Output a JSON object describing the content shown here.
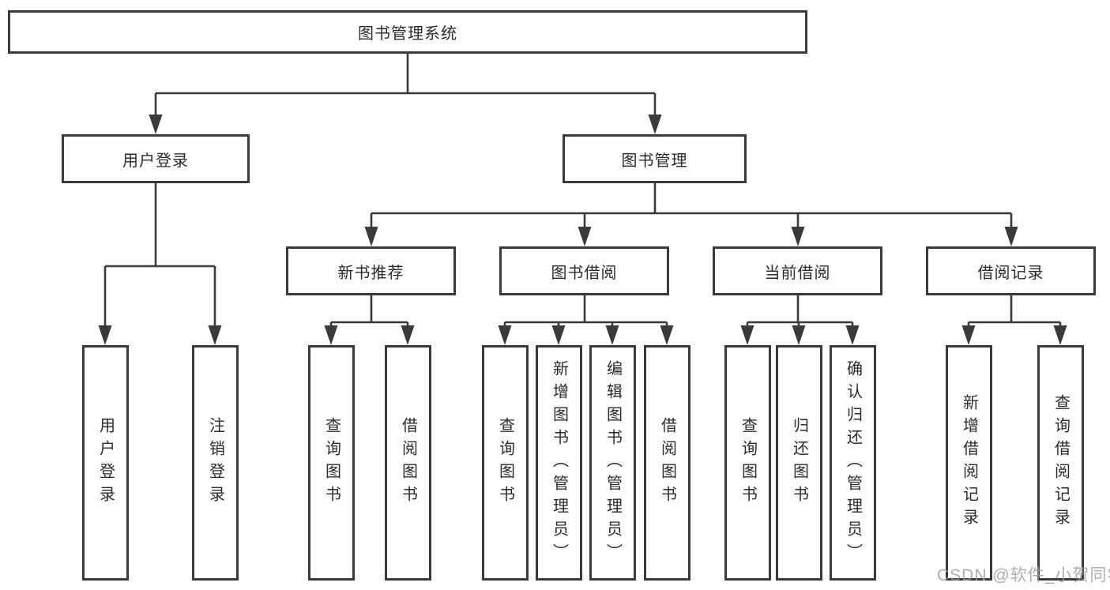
{
  "tree": {
    "root": {
      "label": "图书管理系统"
    },
    "branches": [
      {
        "label": "用户登录",
        "children": [
          {
            "label": "用户登录"
          },
          {
            "label": "注销登录"
          }
        ]
      },
      {
        "label": "图书管理",
        "sections": [
          {
            "label": "新书推荐",
            "children": [
              {
                "label": "查询图书"
              },
              {
                "label": "借阅图书"
              }
            ]
          },
          {
            "label": "图书借阅",
            "children": [
              {
                "label": "查询图书"
              },
              {
                "label": "新增图书（管理员）"
              },
              {
                "label": "编辑图书（管理员）"
              },
              {
                "label": "借阅图书"
              }
            ]
          },
          {
            "label": "当前借阅",
            "children": [
              {
                "label": "查询图书"
              },
              {
                "label": "归还图书"
              },
              {
                "label": "确认归还（管理员）"
              }
            ]
          },
          {
            "label": "借阅记录",
            "children": [
              {
                "label": "新增借阅记录"
              },
              {
                "label": "查询借阅记录"
              }
            ]
          }
        ]
      }
    ]
  },
  "watermark": {
    "text": "CSDN @软件_小贺同学"
  },
  "colors": {
    "line": "#3a3a3a",
    "text": "#2b2b2b",
    "watermark_gray": "#9b9b9b",
    "background": "#ffffff"
  }
}
